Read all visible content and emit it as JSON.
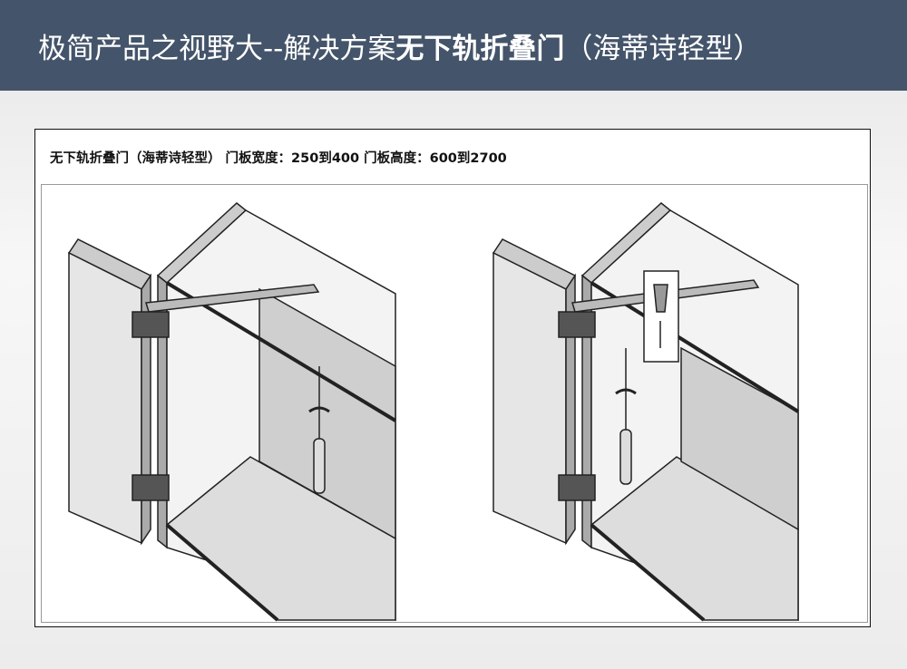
{
  "header": {
    "title_prefix": "极简产品之视野大--解决方案",
    "title_bold": "无下轨折叠门",
    "title_suffix": "（海蒂诗轻型）"
  },
  "content": {
    "subtitle": "无下轨折叠门（海蒂诗轻型）  门板宽度：250到400  门板高度：600到2700"
  },
  "colors": {
    "header_bg": "#44546a",
    "panel": "#e4e4e4"
  }
}
